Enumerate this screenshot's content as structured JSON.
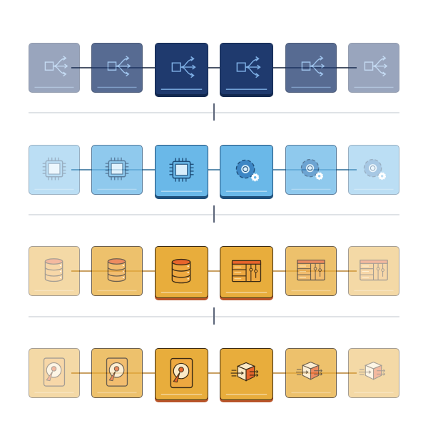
{
  "rows": [
    {
      "name": "flow",
      "fill": "#1f3a6e",
      "stroke": "#13284f",
      "line": "#7fb0e6",
      "accent": "#7fb0e6",
      "connector": "#4b5568",
      "icons": [
        "split-flow-icon",
        "split-flow-icon",
        "split-flow-icon",
        "split-flow-icon",
        "split-flow-icon",
        "split-flow-icon"
      ]
    },
    {
      "name": "compute",
      "fill": "#6ab8e8",
      "stroke": "#1f4f7a",
      "line": "#1f4f7a",
      "accent": "#d8eefb",
      "connector": "#5f8fb0",
      "icons": [
        "cpu-chip-icon",
        "cpu-chip-icon",
        "cpu-chip-icon",
        "gear-icon",
        "gear-icon",
        "gear-icon"
      ]
    },
    {
      "name": "data",
      "fill": "#e8ad3c",
      "stroke": "#3a2a14",
      "line": "#3a2a14",
      "accent": "#e8652c",
      "connector": "#c9a063",
      "icons": [
        "database-icon",
        "database-icon",
        "database-icon",
        "dashboard-panel-icon",
        "dashboard-panel-icon",
        "dashboard-panel-icon"
      ]
    },
    {
      "name": "storage",
      "fill": "#e8ad3c",
      "stroke": "#3a2a14",
      "line": "#3a2a14",
      "accent": "#e8652c",
      "connector": "#c9a063",
      "icons": [
        "hard-drive-icon",
        "hard-drive-icon",
        "hard-drive-icon",
        "package-export-icon",
        "package-export-icon",
        "package-export-icon"
      ]
    }
  ],
  "emphasis": [
    0.45,
    0.75,
    1,
    1,
    0.75,
    0.45
  ]
}
